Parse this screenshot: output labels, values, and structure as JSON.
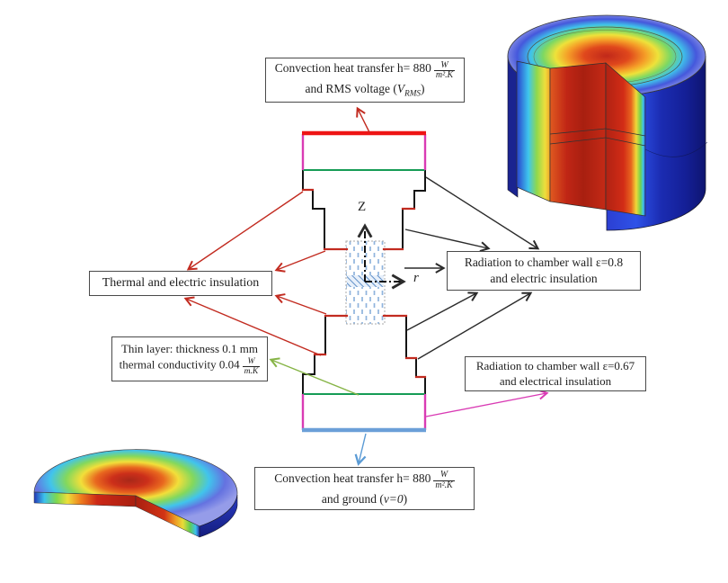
{
  "figure": {
    "description": "Boundary conditions schematic of an axisymmetric electrode-specimen stack with two 3D thermal simulation renders"
  },
  "axes": {
    "vertical": "Z",
    "radial": "r"
  },
  "labels": {
    "top_convection": {
      "line1_prefix": "Convection heat transfer h= 880",
      "frac_num": "W",
      "frac_den": "m².K",
      "line2_prefix": "and RMS voltage (",
      "line2_math": "V",
      "line2_sub": "RMS",
      "line2_suffix": ")"
    },
    "thermal_insulation": {
      "text": "Thermal and electric insulation"
    },
    "radiation_08": {
      "line1": "Radiation to chamber wall ε=0.8",
      "line2": "and electric insulation"
    },
    "thin_layer": {
      "line1": "Thin layer: thickness 0.1 mm",
      "line2_prefix": "thermal conductivity 0.04",
      "frac_num": "W",
      "frac_den": "m.K"
    },
    "radiation_067": {
      "line1": "Radiation to chamber wall ε=0.67",
      "line2": "and electrical insulation"
    },
    "bottom_convection": {
      "line1_prefix": "Convection heat transfer h= 880",
      "frac_num": "W",
      "frac_den": "m².K",
      "line2_prefix": "and ground (",
      "line2_math": "v=0",
      "line2_suffix": ")"
    }
  },
  "renders": {
    "top_right": "3d-cut-cylinder-thermal-plot",
    "bottom_left": "3d-cut-disc-thermal-plot"
  },
  "colors": {
    "bar_red": "#ee1515",
    "line_red": "#c22b20",
    "magenta": "#d93bb4",
    "line_green": "#169c55",
    "arrow_green": "#86b446",
    "bar_blue": "#6b9fd8",
    "arrow_blue": "#5b9bd5",
    "line_black": "#2b2b2b",
    "outline": "#141414",
    "hatch_blue": "#8fb4dd",
    "band_blue": "#5f8fc8",
    "box_border": "#4a4a4a",
    "text": "#1f1f1f",
    "colormap_rainbow": [
      "#141d7e",
      "#2941cc",
      "#3ec6ee",
      "#7cd863",
      "#f0e83c",
      "#f59f28",
      "#e0301a",
      "#a81f10"
    ]
  }
}
